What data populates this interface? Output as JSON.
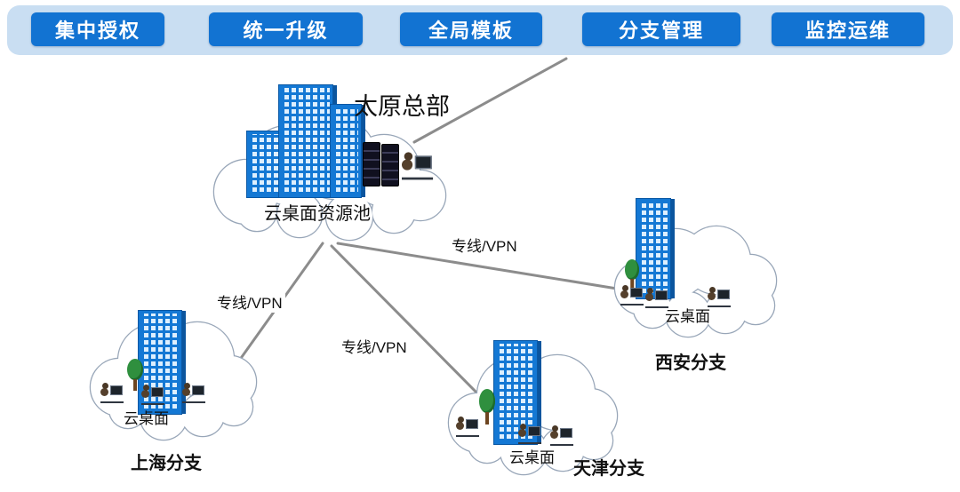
{
  "feature_bar": {
    "items": [
      {
        "label": "集中授权"
      },
      {
        "label": "统一升级"
      },
      {
        "label": "全局模板"
      },
      {
        "label": "分支管理"
      },
      {
        "label": "监控运维"
      }
    ]
  },
  "headquarters": {
    "title": "太原总部",
    "pool_label": "云桌面资源池"
  },
  "branches": [
    {
      "id": "xian",
      "name": "西安分支",
      "desktop_label": "云桌面"
    },
    {
      "id": "shanghai",
      "name": "上海分支",
      "desktop_label": "云桌面"
    },
    {
      "id": "tianjin",
      "name": "天津分支",
      "desktop_label": "云桌面"
    }
  ],
  "links": [
    {
      "from": "headquarters",
      "to": "xian",
      "label": "专线/VPN"
    },
    {
      "from": "headquarters",
      "to": "shanghai",
      "label": "专线/VPN"
    },
    {
      "from": "headquarters",
      "to": "tianjin",
      "label": "专线/VPN"
    }
  ],
  "colors": {
    "bar_background": "#c9def2",
    "chip_background": "#1273d2",
    "chip_text": "#ffffff",
    "building_blue": "#1478d4",
    "link_line": "#8c8c8c",
    "cloud_stroke": "#98a6b8",
    "label_text": "#111111"
  }
}
